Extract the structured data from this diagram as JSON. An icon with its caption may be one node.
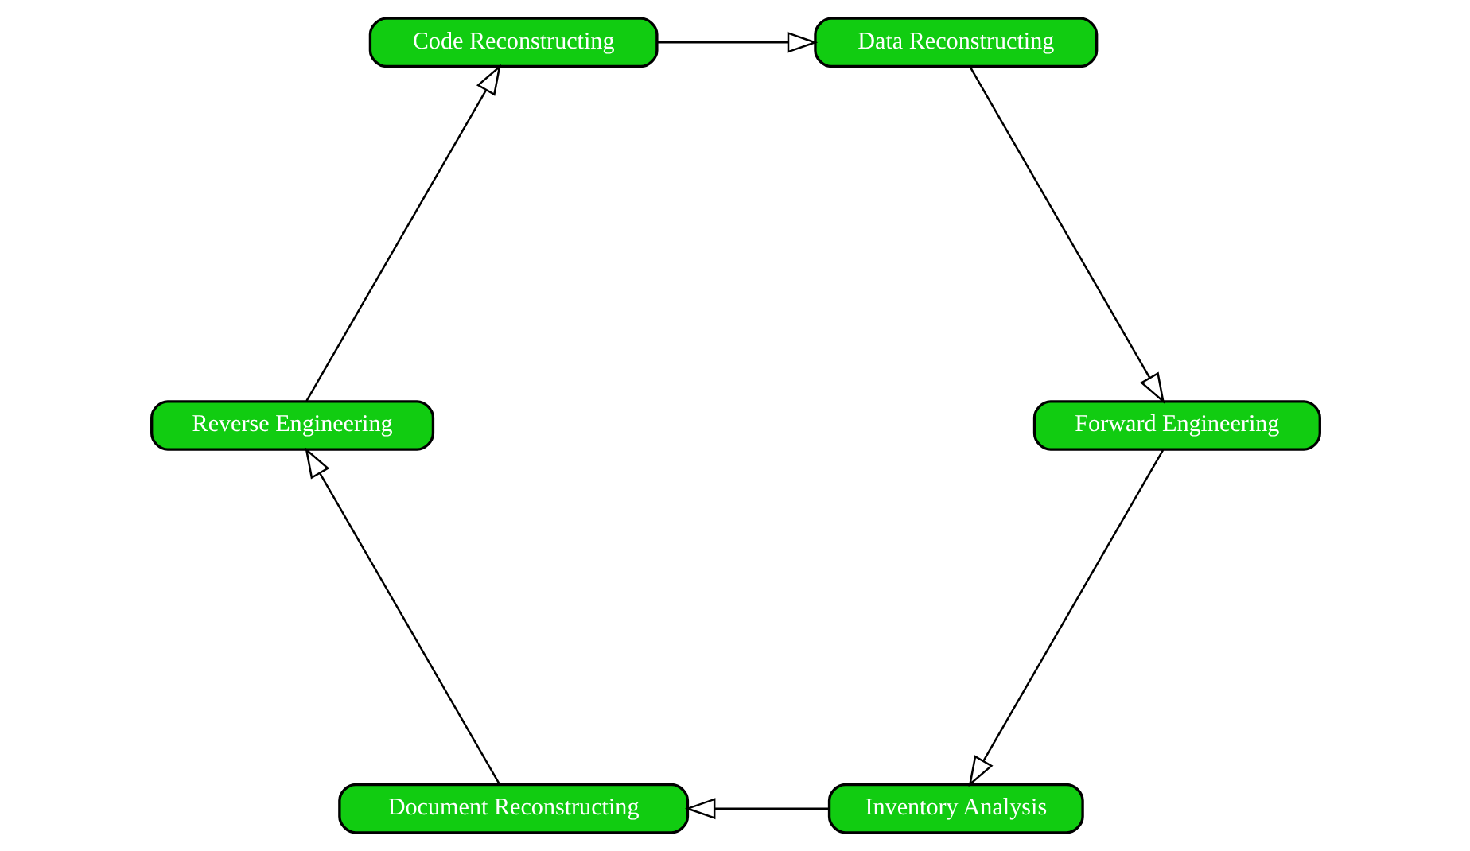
{
  "diagram": {
    "nodes": [
      {
        "text": [
          "Inventory Analysis"
        ]
      },
      {
        "text": [
          "Document Reconstructing"
        ]
      },
      {
        "text": [
          "Reverse Engineering"
        ]
      },
      {
        "text": [
          "Code Reconstructing"
        ]
      },
      {
        "text": [
          "Data Reconstructing"
        ]
      },
      {
        "text": [
          "Forward Engineering"
        ]
      }
    ],
    "edges": [
      {
        "from": 0,
        "to": 1,
        "arrow": "to"
      },
      {
        "from": 1,
        "to": 2,
        "arrow": "to"
      },
      {
        "from": 2,
        "to": 3,
        "arrow": "to"
      },
      {
        "from": 3,
        "to": 4,
        "arrow": "to"
      },
      {
        "from": 4,
        "to": 5,
        "arrow": "to"
      },
      {
        "from": 5,
        "to": 0,
        "arrow": "to"
      }
    ]
  }
}
